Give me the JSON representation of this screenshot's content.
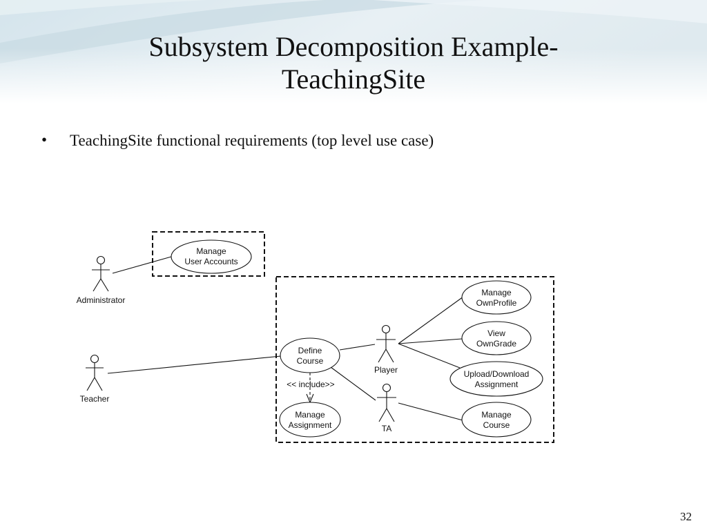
{
  "slide": {
    "title_line1": "Subsystem Decomposition Example-",
    "title_line2": "TeachingSite",
    "bullet_marker": "•",
    "bullet_text": "TeachingSite functional requirements (top level use case)",
    "page_number": "32"
  },
  "diagram": {
    "actors": {
      "administrator": "Administrator",
      "teacher": "Teacher",
      "player": "Player",
      "ta": "TA"
    },
    "use_cases": {
      "manage_user_accounts": [
        "Manage",
        "User Accounts"
      ],
      "define_course": [
        "Define",
        "Course"
      ],
      "manage_assignment": [
        "Manage",
        "Assignment"
      ],
      "manage_ownprofile": [
        "Manage",
        "OwnProfile"
      ],
      "view_owngrade": [
        "View",
        "OwnGrade"
      ],
      "upload_download_assignment": [
        "Upload/Download",
        "Assignment"
      ],
      "manage_course": [
        "Manage",
        "Course"
      ]
    },
    "include_label": "<< include>>"
  }
}
